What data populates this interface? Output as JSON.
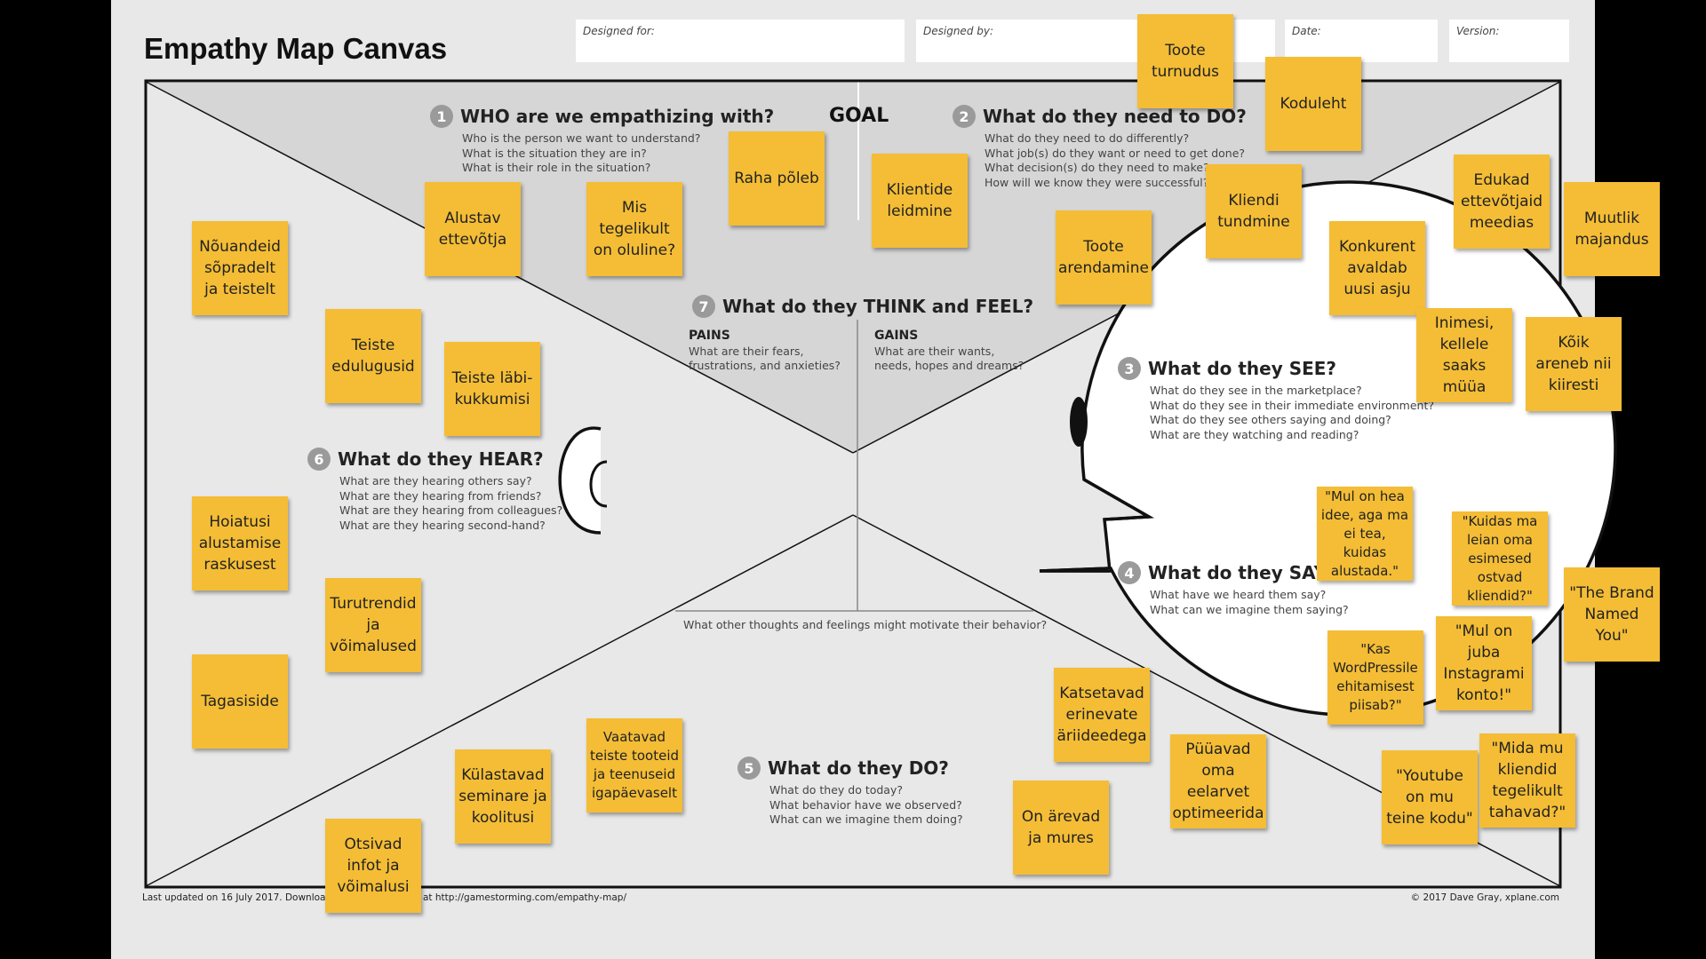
{
  "title": "Empathy Map Canvas",
  "fields": {
    "designed_for": "Designed for:",
    "designed_by": "Designed by:",
    "date": "Date:",
    "version": "Version:"
  },
  "goal": "GOAL",
  "sections": {
    "who": {
      "num": "1",
      "title": "WHO are we empathizing with?",
      "questions": [
        "Who is the person we want to understand?",
        "What is the situation they are in?",
        "What is their role in the situation?"
      ]
    },
    "do_need": {
      "num": "2",
      "title": "What do they need to DO?",
      "questions": [
        "What do they need to do differently?",
        "What job(s) do they want or need to get done?",
        "What decision(s) do they need to make?",
        "How will we know they were successful?"
      ]
    },
    "see": {
      "num": "3",
      "title": "What do they SEE?",
      "questions": [
        "What do they see in the marketplace?",
        "What do they see in their immediate environment?",
        "What do they see others saying and doing?",
        "What are they watching and reading?"
      ]
    },
    "say": {
      "num": "4",
      "title": "What do they SAY?",
      "questions": [
        "What have we heard them say?",
        "What can we imagine them saying?"
      ]
    },
    "do": {
      "num": "5",
      "title": "What do they DO?",
      "questions": [
        "What do they do today?",
        "What behavior have we observed?",
        "What can we imagine them doing?"
      ]
    },
    "hear": {
      "num": "6",
      "title": "What do they HEAR?",
      "questions": [
        "What are they hearing others say?",
        "What are they hearing from friends?",
        "What are they hearing from colleagues?",
        "What are they hearing second-hand?"
      ]
    },
    "think": {
      "num": "7",
      "title": "What do they THINK and FEEL?"
    }
  },
  "pains": {
    "label": "PAINS",
    "text": [
      "What are their fears,",
      "frustrations, and anxieties?"
    ]
  },
  "gains": {
    "label": "GAINS",
    "text": [
      "What are their wants,",
      "needs, hopes and dreams?"
    ]
  },
  "motivation": "What other thoughts and feelings might motivate their behavior?",
  "footer_left": "Last updated on 16 July 2017. Download",
  "footer_left_2": "at http://gamestorming.com/empathy-map/",
  "footer_right": "© 2017 Dave Gray, xplane.com",
  "notes": [
    "Toote turnudus",
    "Koduleht",
    "Raha põleb",
    "Klientide leidmine",
    "Alustav ettevõtja",
    "Mis tegelikult on oluline?",
    "Kliendi tundmine",
    "Toote arendamine",
    "Edukad ettevõtjaid meedias",
    "Muutlik majandus",
    "Konkurent avaldab uusi asju",
    "Nõuandeid sõpradelt ja teistelt",
    "Teiste edulugusid",
    "Teiste läbi-kukkumisi",
    "Inimesi, kellele saaks müüa",
    "Kõik areneb nii kiiresti",
    "\"Mul on hea idee, aga ma ei tea, kuidas alustada.\"",
    "\"Kuidas ma leian oma esimesed ostvad kliendid?\"",
    "\"The Brand Named You\"",
    "Hoiatusi alustamise raskusest",
    "Turutrendid ja võimalused",
    "\"Kas WordPressile ehitamisest piisab?\"",
    "\"Mul on juba Instagrami konto!\"",
    "Tagasiside",
    "Katsetavad erinevate äriideedega",
    "Vaatavad teiste tooteid ja teenuseid igapäevaselt",
    "Külastavad seminare ja koolitusi",
    "Püüavad oma eelarvet optimeerida",
    "\"Youtube on mu teine kodu\"",
    "\"Mida mu kliendid tegelikult tahavad?\"",
    "On ärevad ja mures",
    "Otsivad infot ja võimalusi"
  ],
  "colors": {
    "note": "#f4bd35",
    "top_band": "#d6d6d6",
    "frame": "#111111"
  }
}
